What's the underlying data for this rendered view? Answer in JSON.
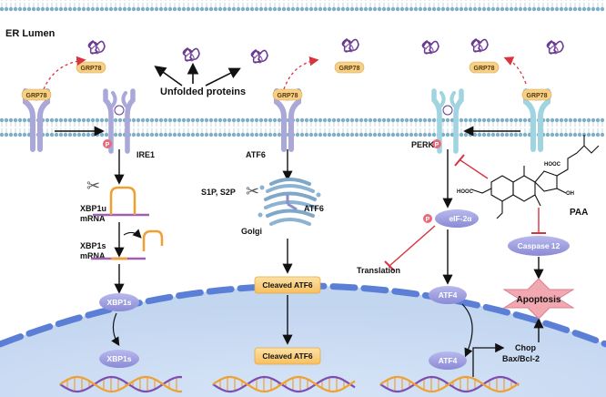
{
  "labels": {
    "er_lumen": "ER Lumen",
    "unfolded_proteins": "Unfolded proteins",
    "grp78": "GRP78",
    "ire1": "IRE1",
    "atf6_sensor": "ATF6",
    "perk": "PERK",
    "p": "P",
    "xbp1u": "XBP1u",
    "xbp1u_mrna": "mRNA",
    "xbp1s": "XBP1s",
    "xbp1s_mrna": "mRNA",
    "xbp1s_protein": "XBP1s",
    "xbp1s_nucleus": "XBP1s",
    "s1p_s2p": "S1P, S2P",
    "atf6_golgi": "ATF6",
    "golgi": "Golgi",
    "cleaved_atf6": "Cleaved ATF6",
    "cleaved_atf6_nucleus": "Cleaved ATF6",
    "eif2a": "eIF-2α",
    "translation": "Translation",
    "atf4": "ATF4",
    "atf4_nucleus": "ATF4",
    "chop": "Chop",
    "bax_bcl2": "Bax/Bcl-2",
    "paa": "PAA",
    "caspase12": "Caspase 12",
    "apoptosis": "Apoptosis",
    "cooh1": "HOOC",
    "cooh2": "HOOC",
    "oh": "OH"
  },
  "colors": {
    "membrane_head": "#7fb0c8",
    "membrane_tail": "#c8d8e0",
    "grp78_fill": "#f5d08a",
    "grp78_text": "#5a3a00",
    "receptor_purple": "#a9a8d8",
    "receptor_teal": "#9fd4e0",
    "pill_purple": "#9f9fe0",
    "pill_orange": "#fbd28a",
    "phospho": "#e86a7a",
    "inhibit_red": "#d9333f",
    "nucleus": "#cfe0f5",
    "nuclear_envelope": "#5b7fd6",
    "dna_purple": "#7b4db5",
    "dna_orange": "#f0a030",
    "protein_knot": "#6a3a90",
    "apoptosis_star": "#e8909a"
  }
}
